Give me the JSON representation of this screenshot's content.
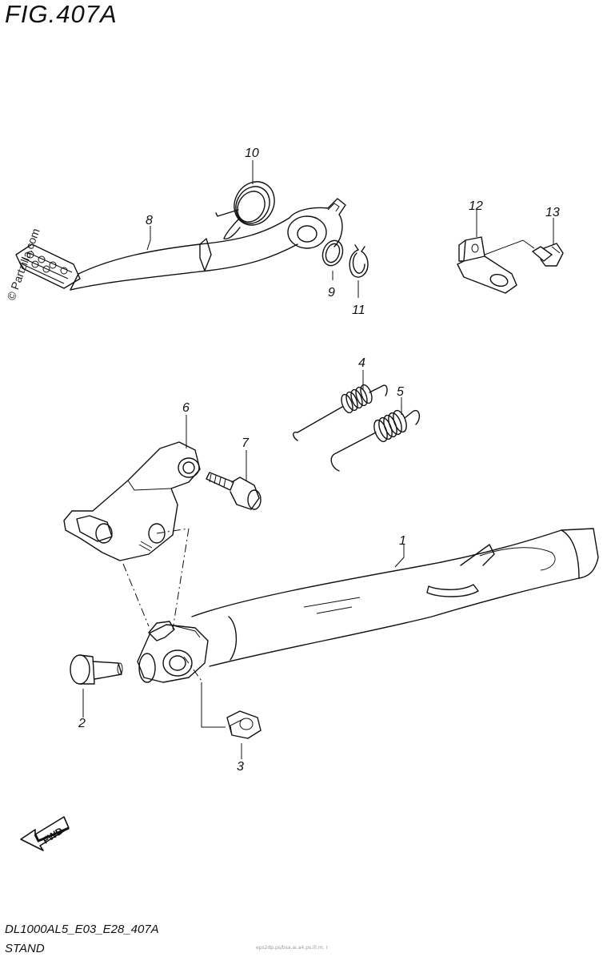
{
  "figure": {
    "title": "FIG.407A",
    "code": "DL1000AL5_E03_E28_407A",
    "name": "STAND",
    "watermark": "© Partzilla.com",
    "footnote": "eps2dp.ps/bsa.ai.a4.ps.ill.m. r"
  },
  "arrow": {
    "label": "FWD"
  },
  "callouts": [
    {
      "id": "1",
      "text": "1"
    },
    {
      "id": "2",
      "text": "2"
    },
    {
      "id": "3",
      "text": "3"
    },
    {
      "id": "4",
      "text": "4"
    },
    {
      "id": "5",
      "text": "5"
    },
    {
      "id": "6",
      "text": "6"
    },
    {
      "id": "7",
      "text": "7"
    },
    {
      "id": "8",
      "text": "8"
    },
    {
      "id": "9",
      "text": "9"
    },
    {
      "id": "10",
      "text": "10"
    },
    {
      "id": "11",
      "text": "11"
    },
    {
      "id": "12",
      "text": "12"
    },
    {
      "id": "13",
      "text": "13"
    }
  ]
}
